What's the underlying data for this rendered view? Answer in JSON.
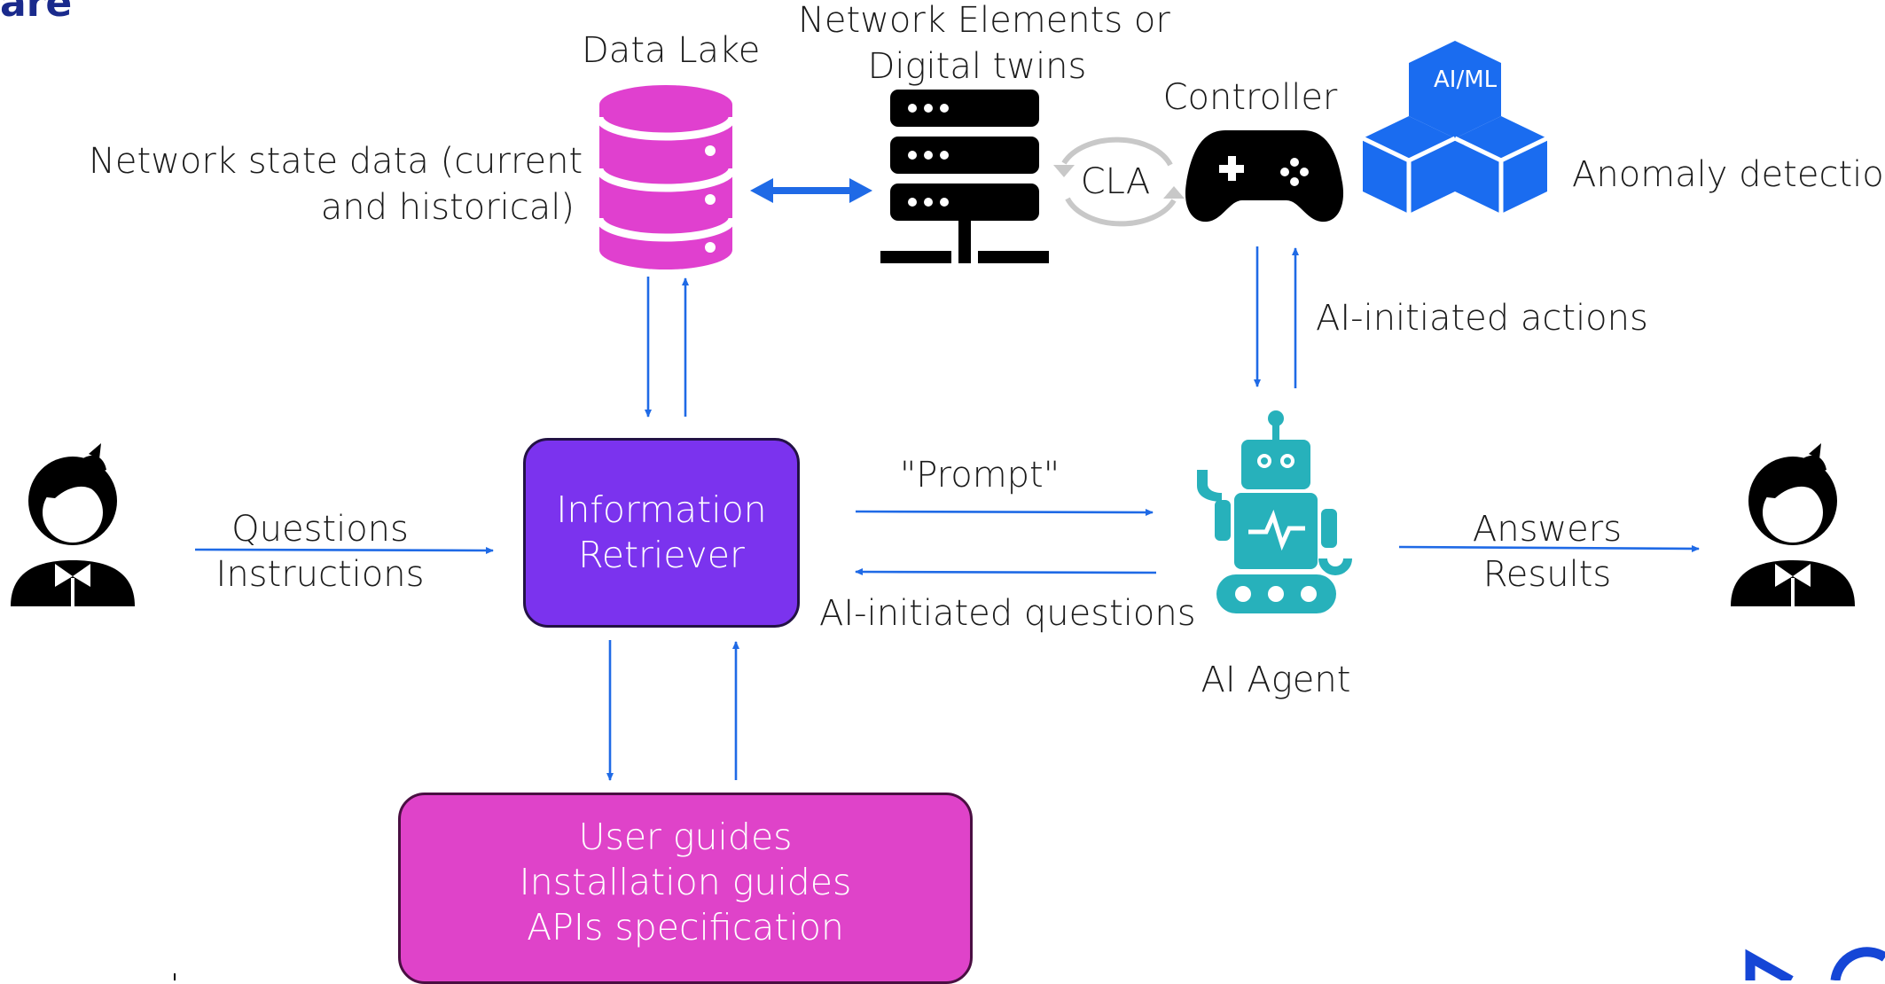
{
  "header": {
    "fragment": "are"
  },
  "nodes": {
    "data_lake": {
      "title": "Data Lake",
      "description_line1": "Network state data (current",
      "description_line2": "and historical)"
    },
    "network_elements": {
      "title_line1": "Network Elements or",
      "title_line2": "Digital twins"
    },
    "cla": {
      "label": "CLA"
    },
    "controller": {
      "title": "Controller"
    },
    "aiml": {
      "cube_label": "AI/ML",
      "description": "Anomaly detection"
    },
    "information_retriever": {
      "line1": "Information",
      "line2": "Retriever"
    },
    "docs": {
      "line1": "User guides",
      "line2": "Installation guides",
      "line3": "APIs specification"
    },
    "ai_agent": {
      "title": "AI Agent"
    }
  },
  "edges": {
    "user_input": {
      "line1": "Questions",
      "line2": "Instructions"
    },
    "prompt": {
      "label": "\"Prompt\""
    },
    "ai_questions": {
      "label": "AI-initiated questions"
    },
    "ai_actions": {
      "label": "AI-initiated actions"
    },
    "output": {
      "line1": "Answers",
      "line2": "Results"
    }
  },
  "colors": {
    "arrow": "#1f6ae6",
    "database": "#e040cf",
    "retriever": "#7b33ee",
    "docs": "#df43c9",
    "cube": "#1a6cf0",
    "robot": "#27b1bb",
    "logo": "#1546d6"
  },
  "icons": [
    "user-icon",
    "database-icon",
    "server-icon",
    "cycle-icon",
    "gamepad-icon",
    "cubes-icon",
    "robot-icon",
    "logo-mark"
  ]
}
